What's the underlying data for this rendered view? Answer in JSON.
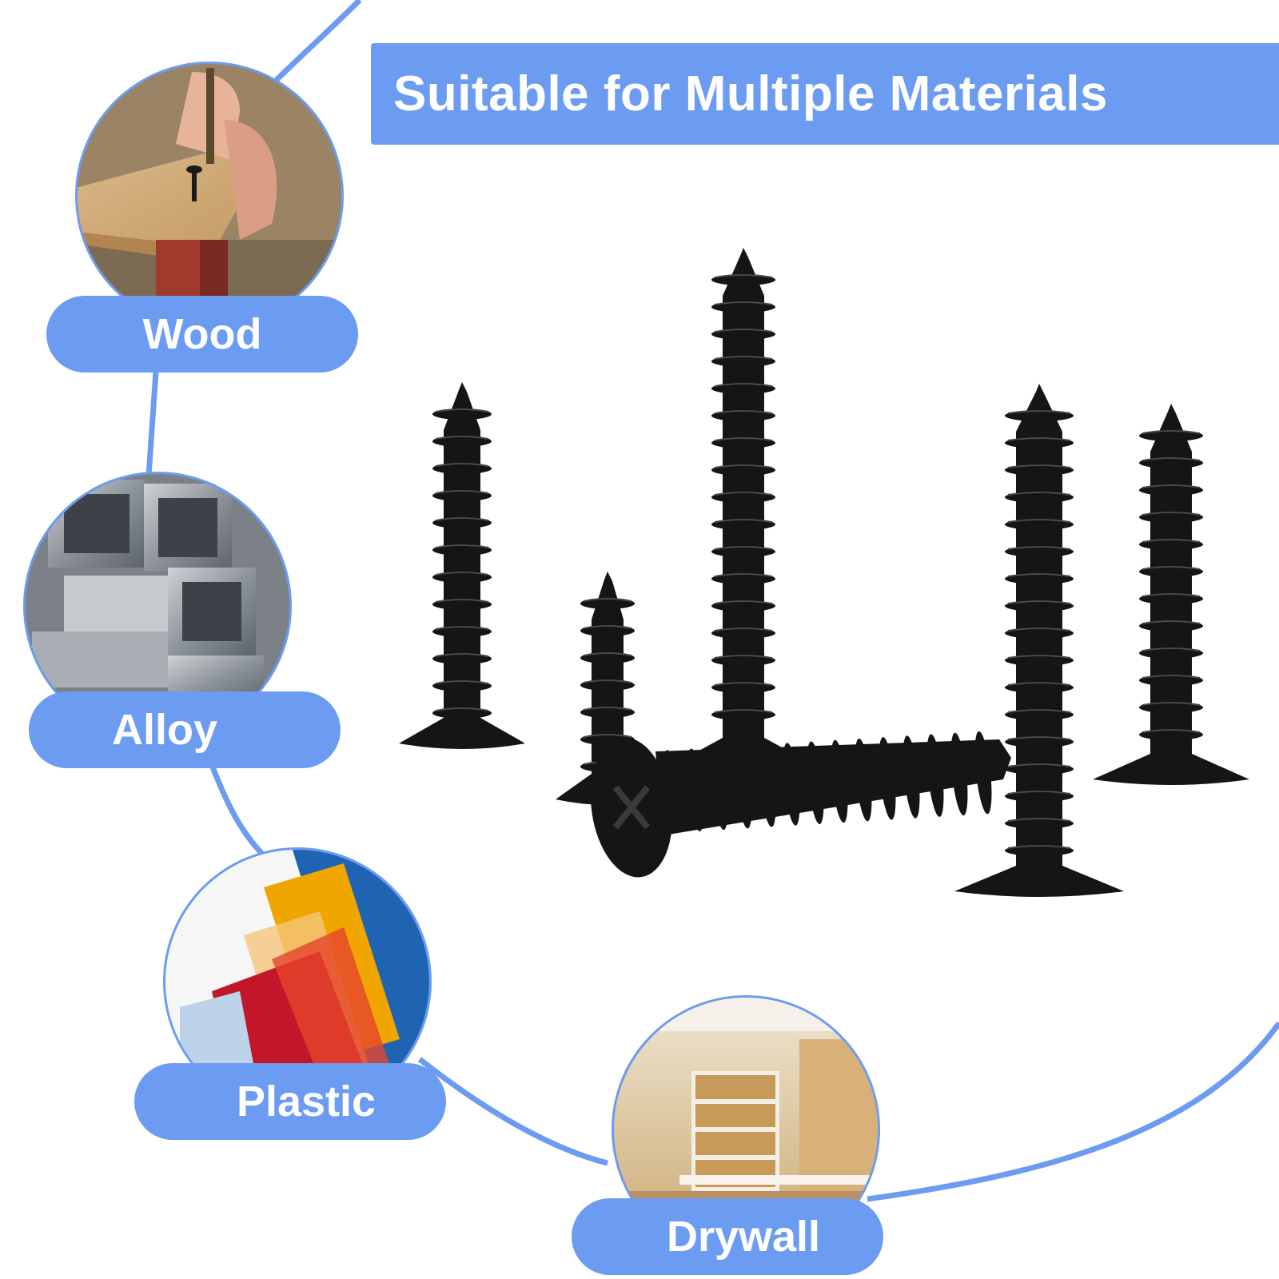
{
  "title": "Suitable for Multiple Materials",
  "colors": {
    "accent": "#6b9cf2",
    "screw": "#151515",
    "text": "#ffffff"
  },
  "materials": [
    {
      "label": "Wood"
    },
    {
      "label": "Alloy"
    },
    {
      "label": "Plastic"
    },
    {
      "label": "Drywall"
    }
  ]
}
